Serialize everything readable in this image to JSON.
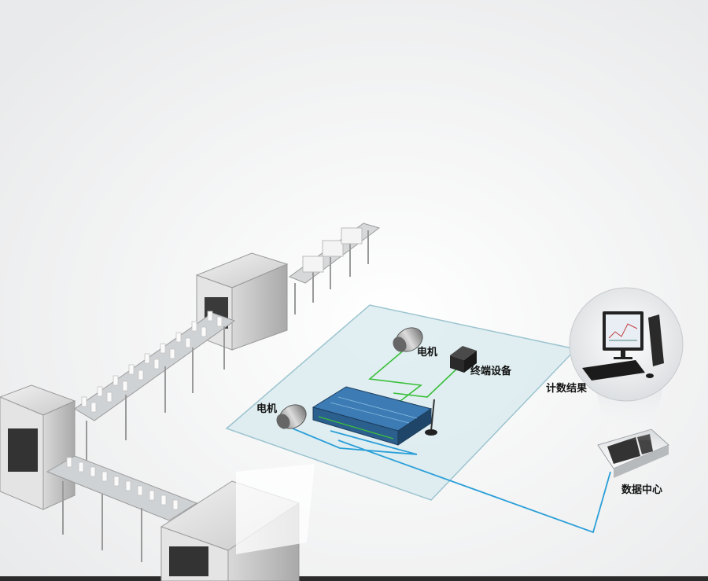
{
  "labels": {
    "motor_top": "电机",
    "terminal_device": "终端设备",
    "motor_left": "电机",
    "count_result": "计数结果",
    "data_center": "数据中心"
  },
  "colors": {
    "green_link": "#3bbf3b",
    "blue_link": "#2a9fd8",
    "panel_fill": "#d7e9ee",
    "panel_edge": "#9cc4cf",
    "module_blue": "#2b5f8d"
  }
}
